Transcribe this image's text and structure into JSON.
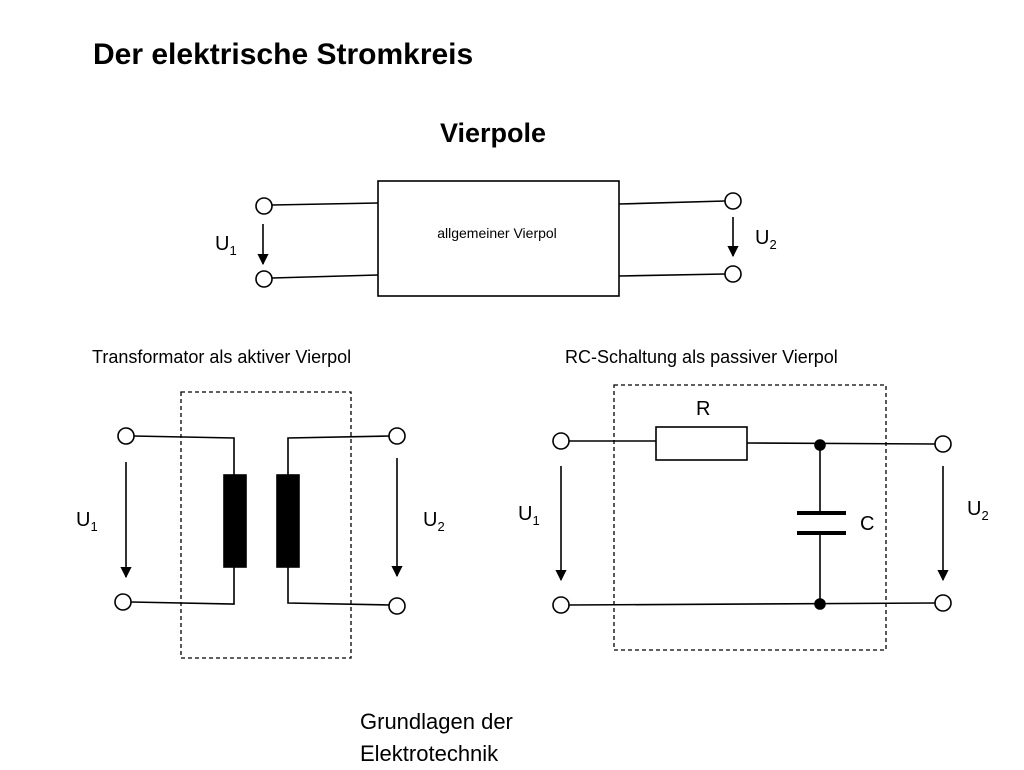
{
  "page": {
    "title": "Der elektrische Stromkreis",
    "subtitle": "Vierpole",
    "footer_line1": "Grundlagen der",
    "footer_line2": "Elektrotechnik"
  },
  "general": {
    "box_label": "allgemeiner Vierpol",
    "u_in": "U",
    "u_in_sub": "1",
    "u_out": "U",
    "u_out_sub": "2"
  },
  "transformer": {
    "caption": "Transformator als aktiver Vierpol",
    "u_in": "U",
    "u_in_sub": "1",
    "u_out": "U",
    "u_out_sub": "2"
  },
  "rc": {
    "caption": "RC-Schaltung als passiver Vierpol",
    "resistor_label": "R",
    "capacitor_label": "C",
    "u_in": "U",
    "u_in_sub": "1",
    "u_out": "U",
    "u_out_sub": "2"
  }
}
